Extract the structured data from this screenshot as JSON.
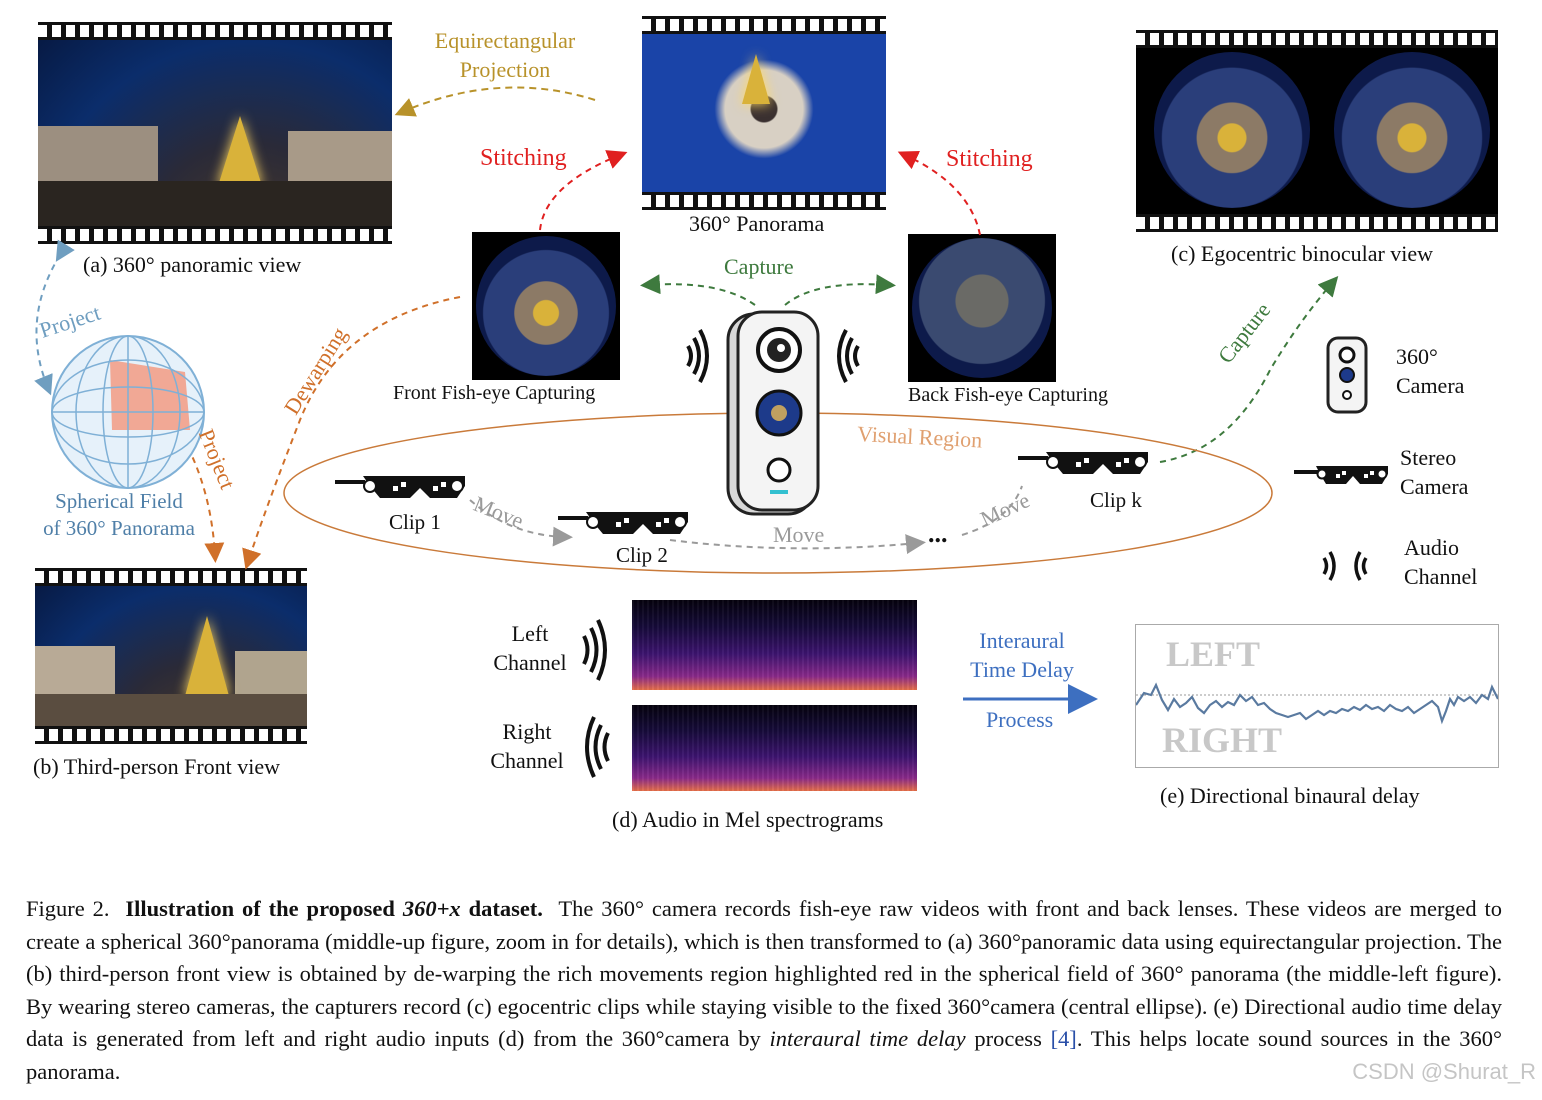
{
  "labels": {
    "equirect": [
      "Equirectangular",
      "Projection"
    ],
    "stitch_left": "Stitching",
    "stitch_right": "Stitching",
    "panorama_center": "360° Panorama",
    "view_a": "(a) 360° panoramic view",
    "view_c": "(c) Egocentric binocular view",
    "capture_top": "Capture",
    "capture_right": "Capture",
    "front_fish": "Front Fish-eye Capturing",
    "back_fish": "Back Fish-eye Capturing",
    "project_top": "Project",
    "project_bottom": "Project",
    "dewarping": "Dewarping",
    "spherical": [
      "Spherical Field",
      "of 360° Panorama"
    ],
    "visual_region": "Visual Region",
    "clip1": "Clip 1",
    "clip2": "Clip 2",
    "clipk": "Clip k",
    "move1": "Move",
    "move2": "Move",
    "move3": "Move",
    "ellipsis": "...",
    "view_b": "(b) Third-person Front view",
    "left_channel": [
      "Left",
      "Channel"
    ],
    "right_channel": [
      "Right",
      "Channel"
    ],
    "view_d": "(d) Audio in Mel spectrograms",
    "itd": [
      "Interaural",
      "Time Delay"
    ],
    "process": "Process",
    "left_text": "LEFT",
    "right_text": "RIGHT",
    "view_e": "(e) Directional binaural delay"
  },
  "legend": {
    "camera": [
      "360°",
      "Camera"
    ],
    "stereo": [
      "Stereo",
      "Camera"
    ],
    "audio": [
      "Audio",
      "Channel"
    ]
  },
  "caption": {
    "prefix": "Figure 2.",
    "bold": "Illustration of the proposed",
    "bold_italic": "360+x",
    "bold_end": "dataset.",
    "part1": "The 360° camera records fish-eye raw videos with front and back lenses. These videos are merged to create a spherical 360°panorama (middle-up figure, zoom in for details), which is then transformed to (a) 360°panoramic data using equirectangular projection. The (b) third-person front view is obtained by de-warping the rich movements region highlighted red in the spherical field of 360° panorama (the middle-left figure). By wearing stereo cameras, the capturers record (c) egocentric clips while staying visible to the fixed 360°camera (central ellipse). (e) Directional audio time delay data is generated from left and right audio inputs (d) from the 360°camera by",
    "italic": "interaural time delay",
    "part2": "process",
    "ref": "[4]",
    "part3": ". This helps locate sound sources in the 360° panorama."
  },
  "watermark": "CSDN @Shurat_R",
  "colors": {
    "equirect": "#b8922a",
    "stitch": "#e02020",
    "capture": "#3e7a3e",
    "project": "#6f9ec0",
    "dewarp": "#d0702a",
    "ellipse": "#c97a3a",
    "move": "#9a9a9a",
    "itd": "#3d6fc0"
  }
}
